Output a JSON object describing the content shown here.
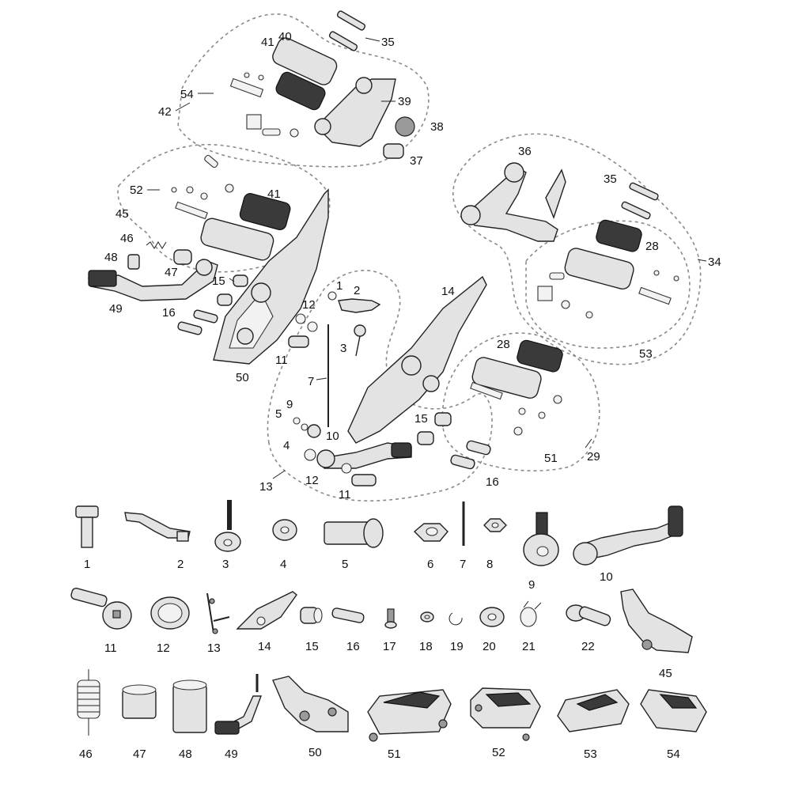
{
  "diagram": {
    "exploded_labels": [
      "1",
      "2",
      "3",
      "4",
      "5",
      "7",
      "9",
      "10",
      "11",
      "12",
      "13",
      "14",
      "15",
      "16",
      "28",
      "29",
      "34",
      "35",
      "36",
      "37",
      "38",
      "39",
      "40",
      "41",
      "42",
      "45",
      "46",
      "47",
      "48",
      "49",
      "50",
      "51",
      "52",
      "53",
      "54"
    ],
    "parts_row1": [
      "1",
      "2",
      "3",
      "4",
      "5",
      "6",
      "7",
      "8",
      "9",
      "10"
    ],
    "parts_row2": [
      "11",
      "12",
      "13",
      "14",
      "15",
      "16",
      "17",
      "18",
      "19",
      "20",
      "21",
      "22",
      "45"
    ],
    "parts_row3": [
      "46",
      "47",
      "48",
      "49",
      "50",
      "51",
      "52",
      "53",
      "54"
    ]
  },
  "colors": {
    "outline": "#222222",
    "dashed_group": "#8a8a8a",
    "part_fill": "#e3e3e3",
    "dark_fill": "#3a3a3a"
  }
}
